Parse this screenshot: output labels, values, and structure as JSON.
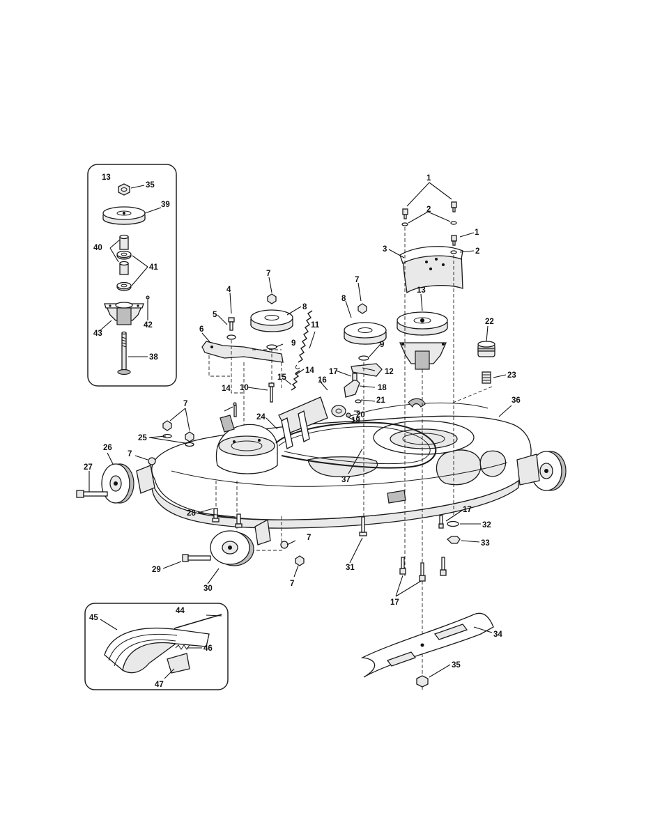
{
  "callouts": {
    "c1a": "1",
    "c1b": "1",
    "c2a": "2",
    "c2b": "2",
    "c3": "3",
    "c4": "4",
    "c5": "5",
    "c6": "6",
    "c7a": "7",
    "c7b": "7",
    "c7c": "7",
    "c7d": "7",
    "c7e": "7",
    "c7f": "7",
    "c8a": "8",
    "c8b": "8",
    "c9a": "9",
    "c9b": "9",
    "c10": "10",
    "c11": "11",
    "c12": "12",
    "c13a": "13",
    "c13b": "13",
    "c14a": "14",
    "c14b": "14",
    "c15": "15",
    "c16": "16",
    "c17a": "17",
    "c17b": "17",
    "c17c": "17",
    "c18": "18",
    "c19": "19",
    "c20": "20",
    "c21": "21",
    "c22": "22",
    "c23": "23",
    "c24": "24",
    "c25": "25",
    "c26": "26",
    "c27": "27",
    "c28": "28",
    "c29": "29",
    "c30": "30",
    "c31": "31",
    "c32": "32",
    "c33": "33",
    "c34": "34",
    "c35a": "35",
    "c35b": "35",
    "c36": "36",
    "c37": "37",
    "c38": "38",
    "c39": "39",
    "c40": "40",
    "c41": "41",
    "c42": "42",
    "c43": "43",
    "c44": "44",
    "c45": "45",
    "c46": "46",
    "c47": "47"
  }
}
